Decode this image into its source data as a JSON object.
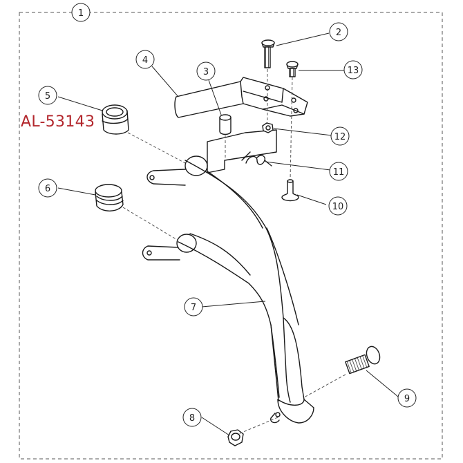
{
  "part_code": "AL-53143",
  "callouts": {
    "c1": "1",
    "c2": "2",
    "c3": "3",
    "c4": "4",
    "c5": "5",
    "c6": "6",
    "c7": "7",
    "c8": "8",
    "c9": "9",
    "c10": "10",
    "c11": "11",
    "c12": "12",
    "c13": "13"
  },
  "colors": {
    "line": "#1a1a1a",
    "dashed": "#555555",
    "part_code": "#b3272d"
  }
}
